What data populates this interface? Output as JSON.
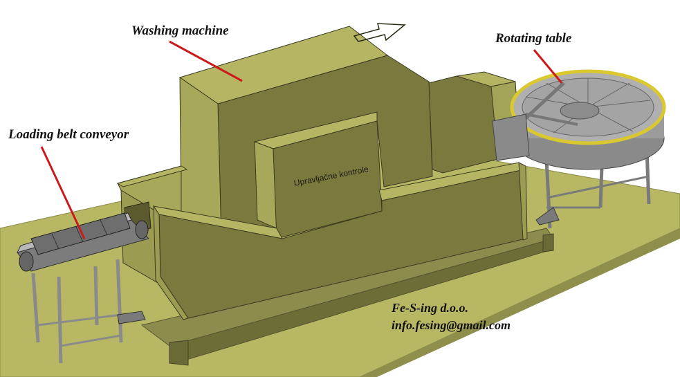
{
  "labels": {
    "washing_machine": "Washing machine",
    "rotating_table": "Rotating table",
    "loading_belt_conveyor": "Loading belt conveyor",
    "panel_text": "Upravljačne kontrole",
    "company_name": "Fe-S-ing d.o.o.",
    "company_email": "info.fesing@gmail.com"
  },
  "colors": {
    "floor": "#b8b864",
    "machine_front": "#7a7a3e",
    "machine_side": "#b5b563",
    "machine_top": "#a9a95a",
    "steel": "#9a9a9a",
    "steel_dark": "#606060",
    "pointer": "#cc1a1a",
    "table_rim": "#d9c830"
  },
  "icons": {
    "direction_arrow": "arrow-right-outline-icon"
  }
}
